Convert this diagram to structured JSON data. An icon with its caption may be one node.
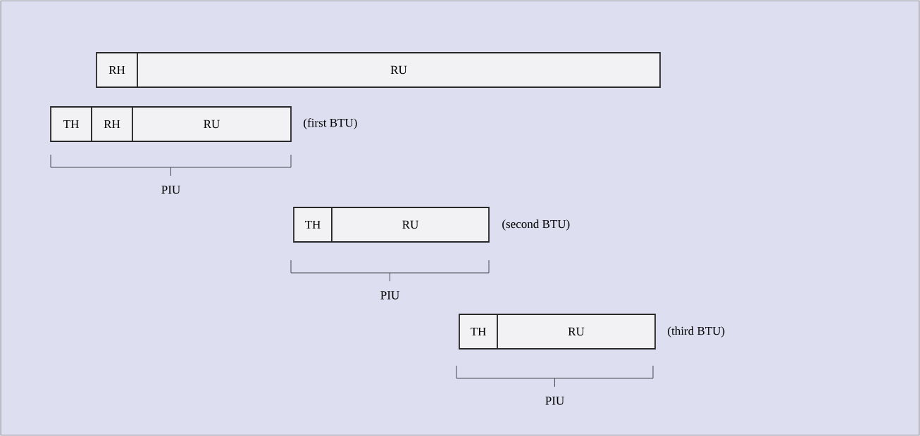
{
  "diagram": {
    "nodes": [
      {
        "text": [
          "RH"
        ]
      },
      {
        "text": [
          "RU"
        ]
      },
      {
        "text": [
          "TH"
        ]
      },
      {
        "text": [
          "RH"
        ]
      },
      {
        "text": [
          "RU"
        ]
      },
      {
        "text": [
          "TH"
        ]
      },
      {
        "text": [
          "RU"
        ]
      },
      {
        "text": [
          "TH"
        ]
      },
      {
        "text": [
          "RU"
        ]
      }
    ],
    "edges": [],
    "labels": [
      "(first BTU)",
      "PIU",
      "(second BTU)",
      "PIU",
      "(third BTU)",
      "PIU"
    ]
  }
}
